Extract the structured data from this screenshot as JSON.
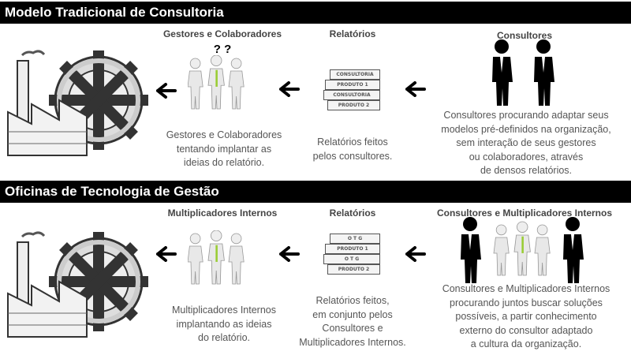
{
  "sections": [
    {
      "title": "Modelo Tradicional de Consultoria",
      "col1": {
        "label": "Gestores e Colaboradores",
        "marks": "? ?",
        "caption": "Gestores e Colaboradores\ntentando implantar as\nideias do relatório."
      },
      "col2": {
        "label": "Relatórios",
        "books": [
          "CONSULTORIA",
          "PRODUTO 1",
          "CONSULTORIA",
          "PRODUTO 2"
        ],
        "caption": "Relatórios feitos\npelos consultores."
      },
      "col3": {
        "label": "Consultores",
        "caption": "Consultores procurando adaptar seus\nmodelos pré-definidos na organização,\nsem interação de seus gestores\nou colaboradores, através\nde densos relatórios."
      }
    },
    {
      "title": "Oficinas de Tecnologia de Gestão",
      "col1": {
        "label": "Multiplicadores Internos",
        "caption": "Multiplicadores Internos\nimplantando as ideias\ndo relatório."
      },
      "col2": {
        "label": "Relatórios",
        "books": [
          "O T G",
          "PRODUTO 1",
          "O T G",
          "PRODUTO 2"
        ],
        "caption": "Relatórios feitos,\nem conjunto pelos\nConsultores e\nMultiplicadores Internos."
      },
      "col3": {
        "label": "Consultores e Multiplicadores Internos",
        "caption": "Consultores e Multiplicadores Internos\nprocurando juntos buscar soluções\npossíveis, a partir conhecimento\nexterno do consultor adaptado\na cultura da organização."
      }
    }
  ]
}
